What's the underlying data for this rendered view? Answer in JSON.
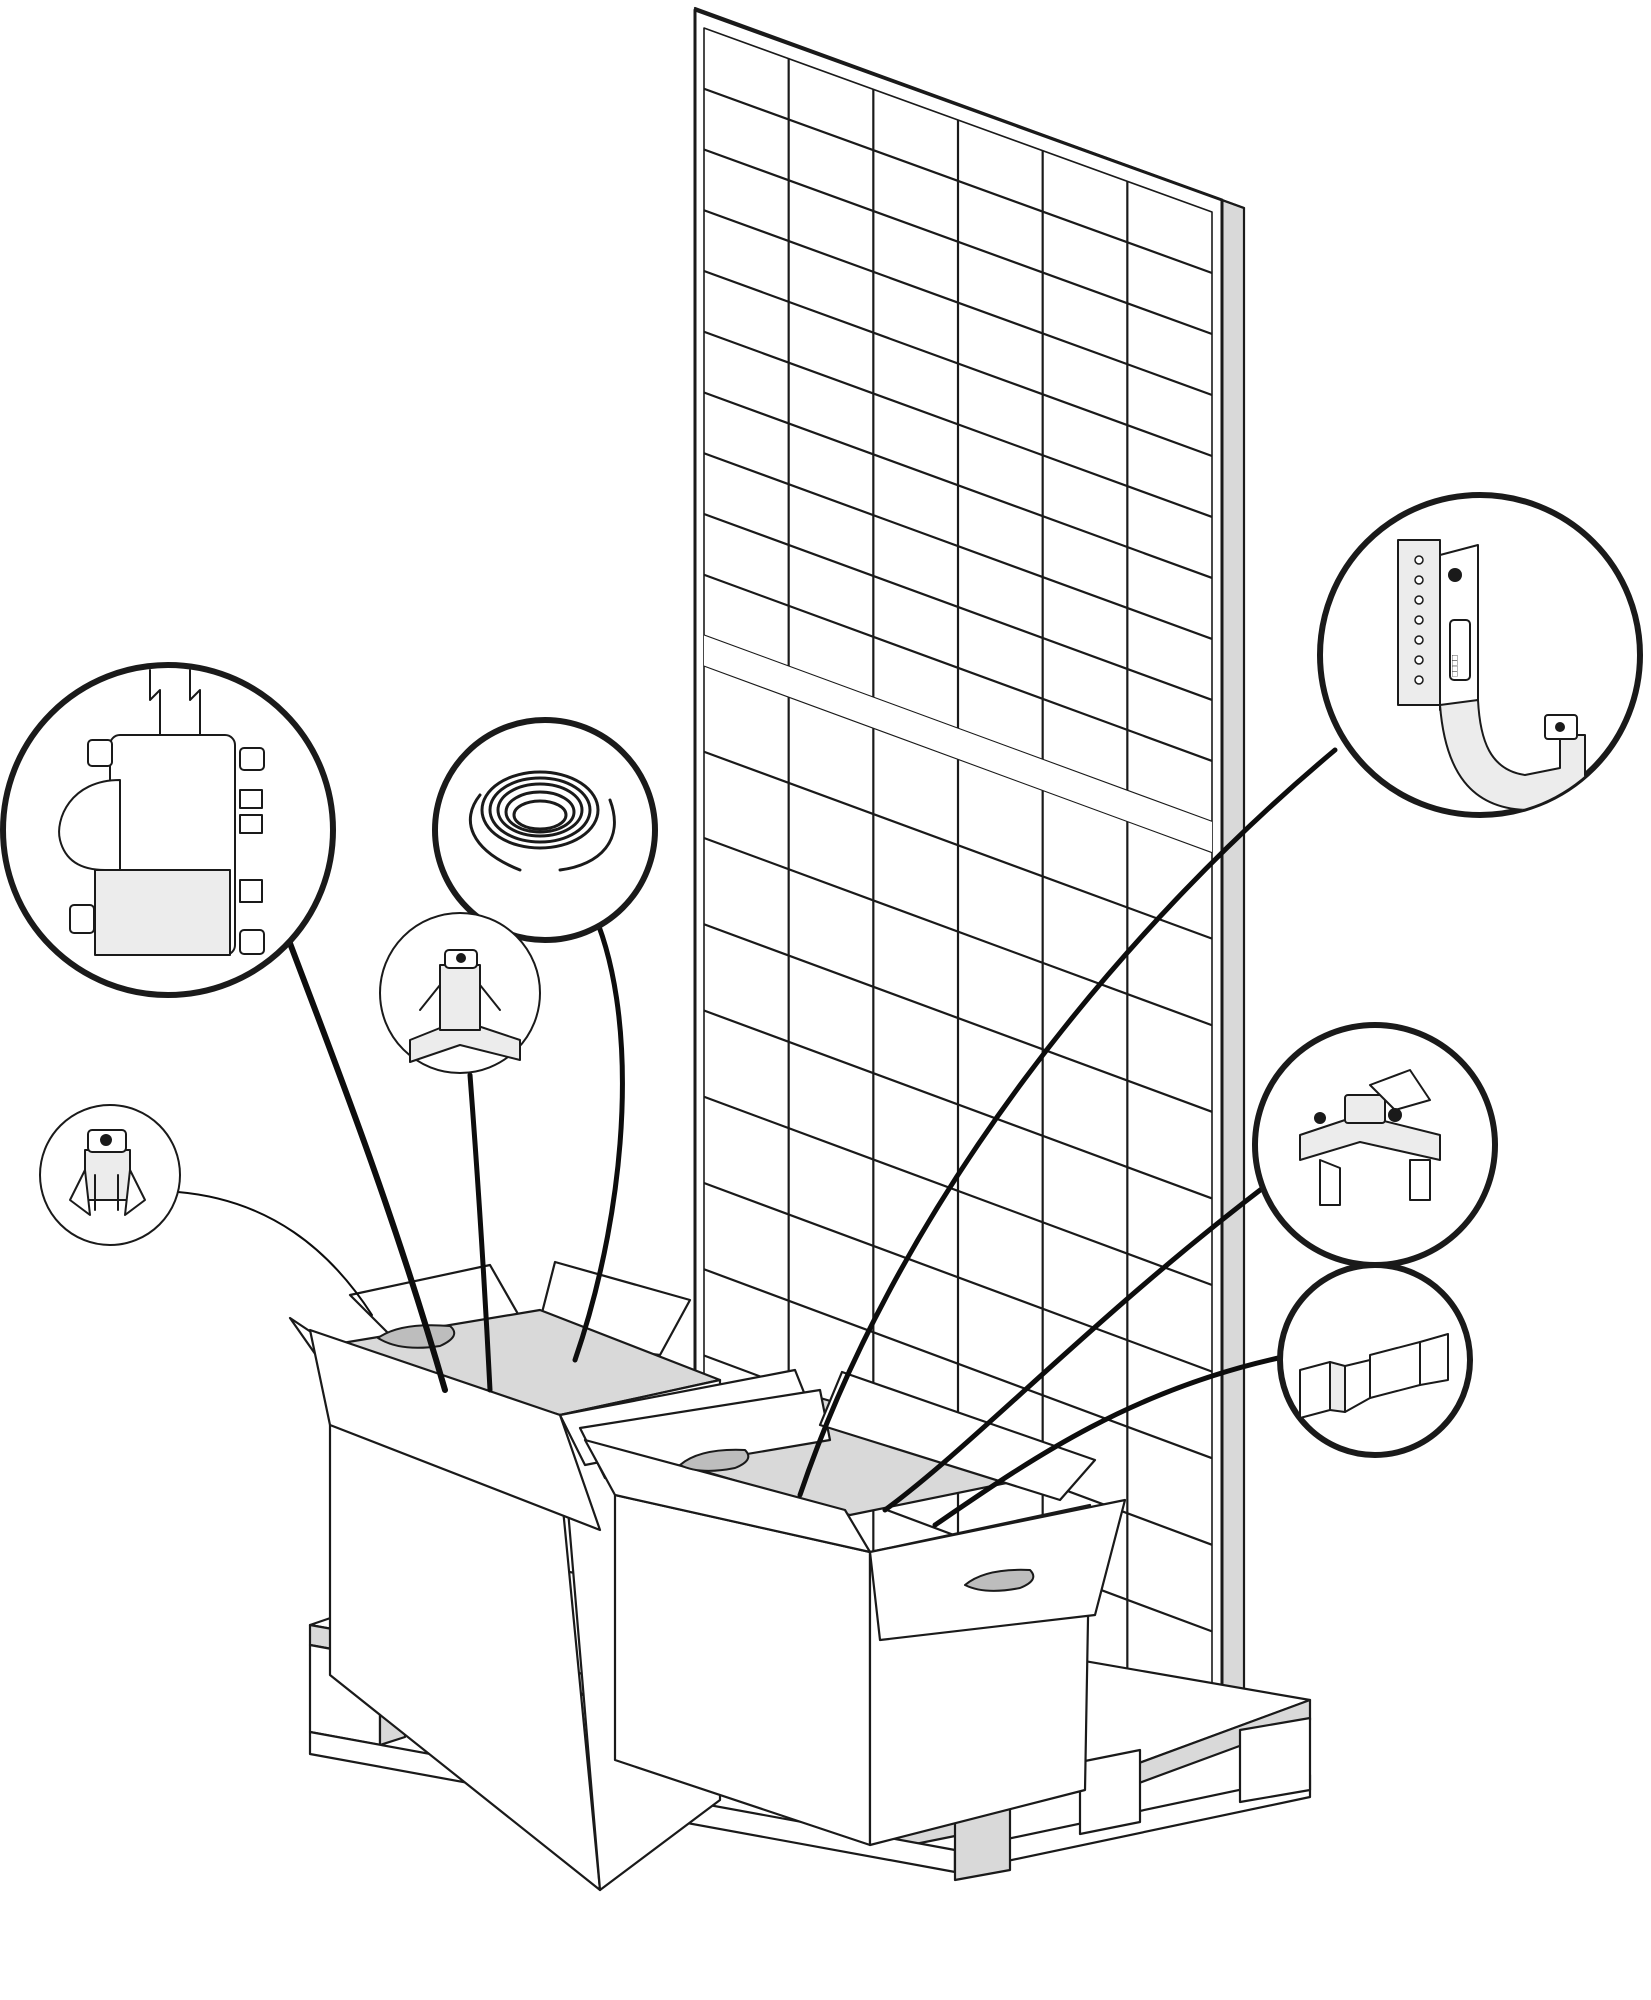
{
  "colors": {
    "stroke": "#1a1a1a",
    "background": "#ffffff",
    "shade_light": "#d9d9d9",
    "shade_mid": "#bdbdbd",
    "part_fill": "#ececec"
  },
  "panel": {
    "upper_rows": 10,
    "lower_rows": 10,
    "columns": 6
  },
  "callouts": [
    {
      "id": "inverter",
      "icon": "microinverter-icon"
    },
    {
      "id": "cable",
      "icon": "cable-coil-icon"
    },
    {
      "id": "mid-clamp",
      "icon": "mid-clamp-icon"
    },
    {
      "id": "end-clamp",
      "icon": "end-clamp-icon"
    },
    {
      "id": "roof-hook",
      "icon": "roof-hook-icon"
    },
    {
      "id": "rail-clip",
      "icon": "rail-clip-icon"
    },
    {
      "id": "rail-connector",
      "icon": "rail-connector-icon"
    }
  ]
}
